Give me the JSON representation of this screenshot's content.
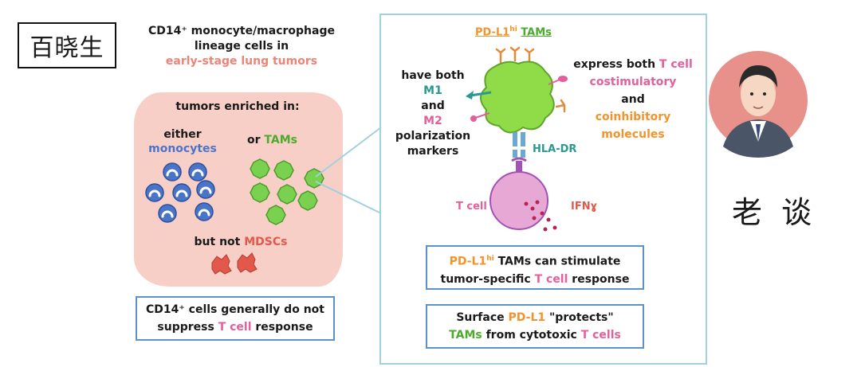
{
  "brand": {
    "label": "百晓生"
  },
  "left": {
    "title_line1": "CD14⁺ monocyte/macrophage",
    "title_line2": "lineage cells in",
    "title_line3": "early-stage lung tumors",
    "enriched": "tumors enriched in:",
    "either": "either",
    "monocytes": "monocytes",
    "or": "or",
    "tams": "TAMs",
    "but_not": "but not",
    "mdscs": "MDSCs",
    "box_line1": "CD14⁺ cells generally do not",
    "box_line2_a": "suppress",
    "box_line2_b": "T cell",
    "box_line2_c": "response"
  },
  "right": {
    "header_pd": "PD-L1",
    "header_hi": "hi",
    "header_tams": "TAMs",
    "have_both": "have both",
    "m1": "M1",
    "and": "and",
    "m2": "M2",
    "polarization": "polarization",
    "markers": "markers",
    "express_both": "express both",
    "tcell": "T cell",
    "costimulatory": "costimulatory",
    "and2": "and",
    "coinhibitory": "coinhibitory",
    "molecules": "molecules",
    "hla_dr": "HLA-DR",
    "tcell_label": "T cell",
    "ifn": "IFNɣ",
    "box1_pd": "PD-L1",
    "box1_hi": "hi",
    "box1_rest": "TAMs can stimulate",
    "box1_line2_a": "tumor-specific",
    "box1_line2_b": "T cell",
    "box1_line2_c": "response",
    "box2_a": "Surface",
    "box2_pd": "PD-L1",
    "box2_b": "\"protects\"",
    "box2_tams": "TAMs",
    "box2_c": "from cytotoxic",
    "box2_tcells": "T cells"
  },
  "author": {
    "name": "老 谈"
  },
  "colors": {
    "blob": "#f8cfc7",
    "monocyte": "#4a74c8",
    "tam": "#7ad150",
    "mdsc": "#e2584a",
    "panel_border": "#9fd1de",
    "box_border": "#5b93c9",
    "tcell": "#e8a8d6"
  }
}
